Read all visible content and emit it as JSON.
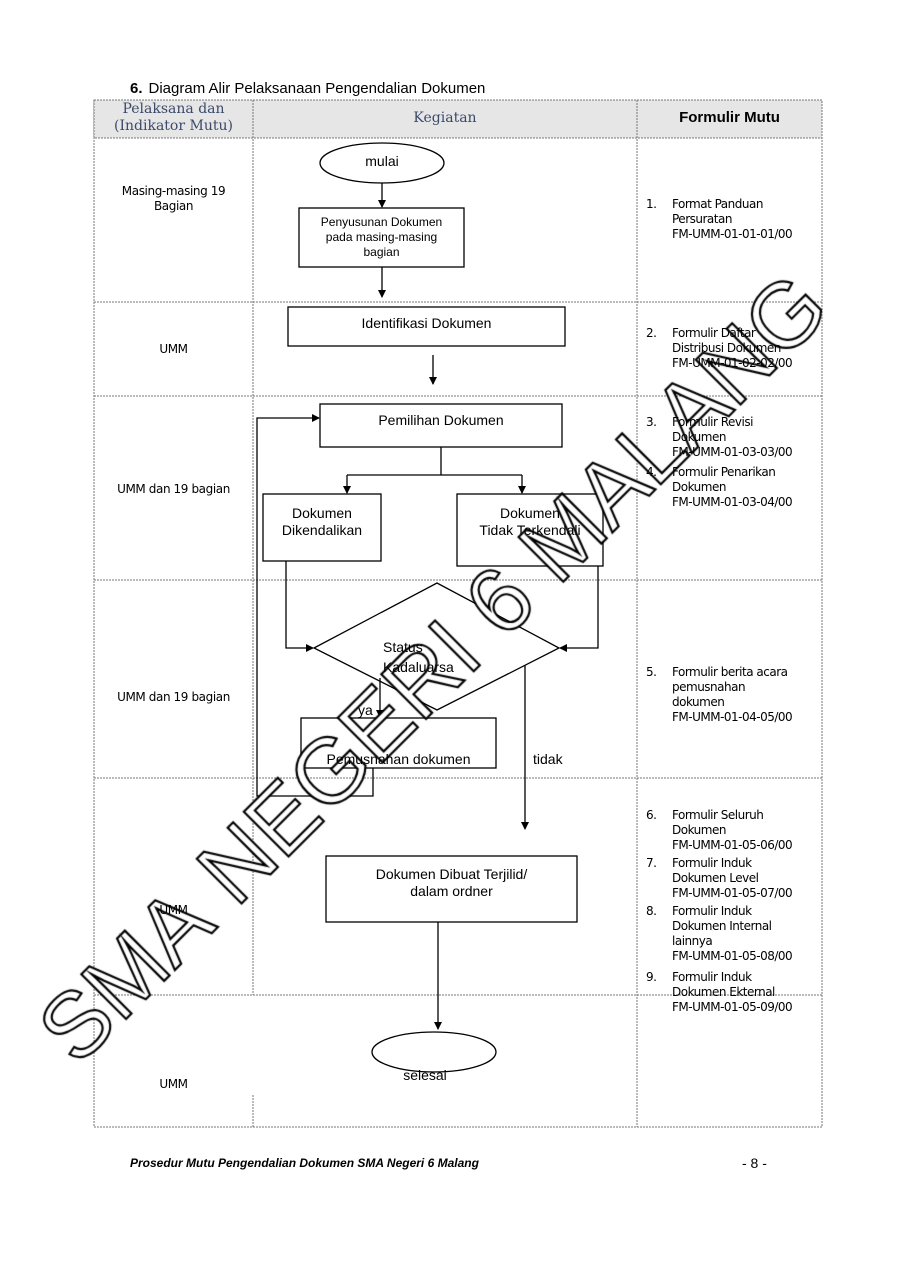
{
  "section": {
    "number": "6.",
    "title": "Diagram Alir Pelaksanaan Pengendalian Dokumen"
  },
  "table_headers": {
    "actor": "Pelaksana dan",
    "actor2": "(Indikator Mutu)",
    "activity": "Kegiatan",
    "forms": "Formulir Mutu"
  },
  "actors": [
    "Masing-masing 19",
    "Bagian",
    "UMM",
    "UMM dan 19 bagian",
    "UMM dan 19 bagian",
    "UMM",
    "UMM"
  ],
  "flow": {
    "start": "mulai",
    "step1": [
      "Penyusunan Dokumen",
      "pada masing-masing",
      "bagian"
    ],
    "step2": "Identifikasi Dokumen",
    "step3": "Pemilihan Dokumen",
    "controlled": [
      "Dokumen",
      "Dikendalikan"
    ],
    "uncontrolled": [
      "Dokumen",
      "Tidak Terkendali"
    ],
    "decision": [
      "Status",
      "Kadaluarsa"
    ],
    "yes": "ya",
    "no": "tidak",
    "destroy": "Pemusnahan dokumen",
    "bound": [
      "Dokumen Dibuat Terjilid/",
      "dalam ordner"
    ],
    "end": "selesai"
  },
  "forms": [
    {
      "n": "1.",
      "lines": [
        "Format Panduan",
        "Persuratan",
        "FM-UMM-01-01-01/00"
      ]
    },
    {
      "n": "2.",
      "lines": [
        "Formulir Daftar",
        "Distribusi Dokumen",
        "FM-UMM-01-02-02/00"
      ]
    },
    {
      "n": "3.",
      "lines": [
        "Formulir Revisi",
        "Dokumen",
        "FM-UMM-01-03-03/00"
      ]
    },
    {
      "n": "4.",
      "lines": [
        "Formulir Penarikan",
        "Dokumen",
        "FM-UMM-01-03-04/00"
      ]
    },
    {
      "n": "5.",
      "lines": [
        "Formulir berita acara",
        "pemusnahan",
        "dokumen",
        "FM-UMM-01-04-05/00"
      ]
    },
    {
      "n": "6.",
      "lines": [
        "Formulir Seluruh",
        "Dokumen",
        "FM-UMM-01-05-06/00"
      ]
    },
    {
      "n": "7.",
      "lines": [
        "Formulir Induk",
        "Dokumen Level",
        "FM-UMM-01-05-07/00"
      ]
    },
    {
      "n": "8.",
      "lines": [
        "Formulir Induk",
        "Dokumen Internal",
        "lainnya",
        "FM-UMM-01-05-08/00"
      ]
    },
    {
      "n": "9.",
      "lines": [
        "Formulir Induk",
        "Dokumen Ekternal",
        "FM-UMM-01-05-09/00"
      ]
    }
  ],
  "watermark": "SMA NEGERI 6 MALANG",
  "footer": {
    "text": "Prosedur Mutu Pengendalian Dokumen SMA Negeri 6 Malang",
    "page": "- 8 -"
  }
}
